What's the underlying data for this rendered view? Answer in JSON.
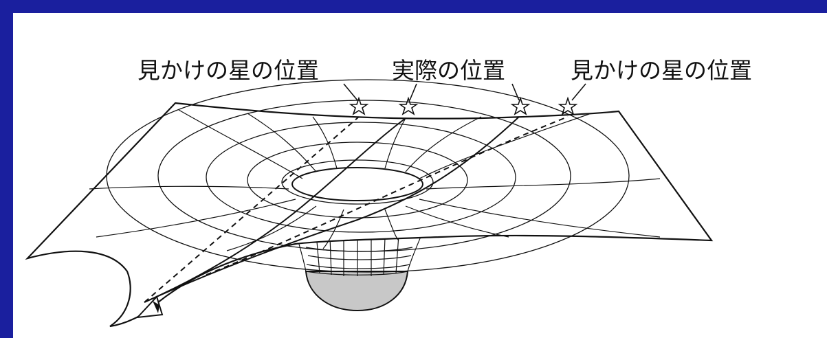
{
  "labels": {
    "apparent_left": "見かけの星の位置",
    "actual": "実際の位置",
    "apparent_right": "見かけの星の位置"
  },
  "colors": {
    "frame": "#1a1f9e",
    "background": "#ffffff",
    "line": "#111111",
    "mass_fill": "#c8c8c8"
  },
  "icons": {
    "star": "star-outline-icon",
    "observer": "eye-icon"
  }
}
